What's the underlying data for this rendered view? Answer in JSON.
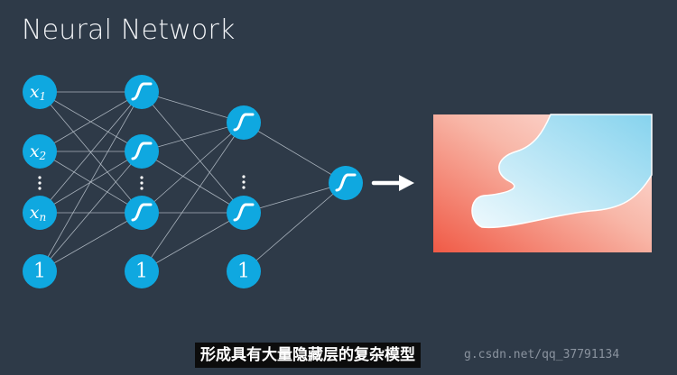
{
  "title": "Neural Network",
  "input_layer": {
    "nodes": [
      {
        "var": "x",
        "sub": "1"
      },
      {
        "var": "x",
        "sub": "2"
      },
      {
        "var": "x",
        "sub": "n"
      }
    ],
    "bias_label": "1"
  },
  "hidden_layer_1": {
    "activation": "sigmoid-icon",
    "bias_label": "1"
  },
  "hidden_layer_2": {
    "activation": "sigmoid-icon",
    "bias_label": "1"
  },
  "output_node": {
    "activation": "sigmoid-icon"
  },
  "result_visual": "decision-boundary-plot",
  "colors": {
    "background": "#2e3a48",
    "node": "#0fa8e0",
    "region_red": "#f05a46",
    "region_blue": "#8fd6ef"
  },
  "caption": "形成具有大量隐藏层的复杂模型",
  "watermark": "g.csdn.net/qq_37791134"
}
